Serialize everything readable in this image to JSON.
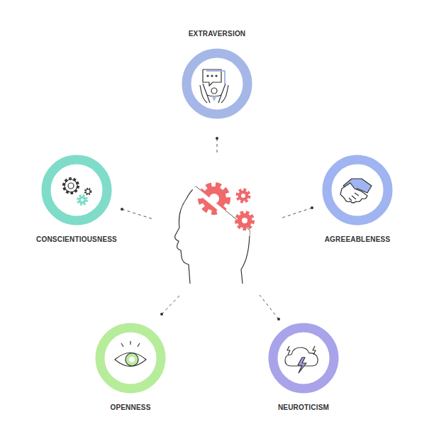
{
  "diagram": {
    "nodes": [
      {
        "text": [
          "EXTRAVERSION"
        ]
      },
      {
        "text": [
          "CONSCIENTIOUSNESS"
        ]
      },
      {
        "text": [
          "AGREEABLENESS"
        ]
      },
      {
        "text": [
          "OPENNESS"
        ]
      },
      {
        "text": [
          "NEUROTICISM"
        ]
      }
    ]
  }
}
